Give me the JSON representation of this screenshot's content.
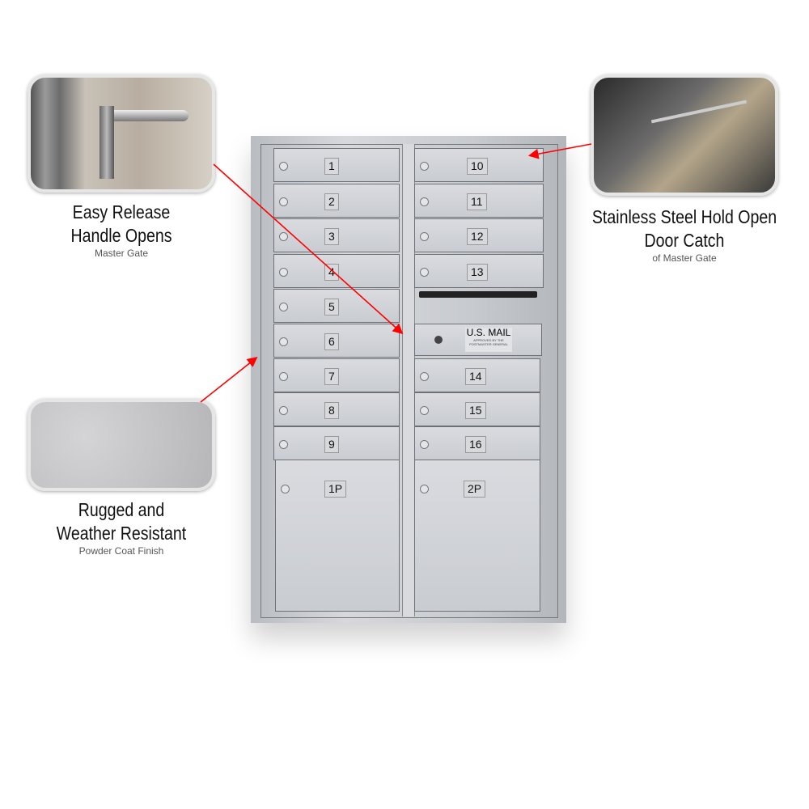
{
  "callouts": [
    {
      "title_line1": "Easy Release",
      "title_line2": "Handle Opens",
      "subtitle": "Master Gate",
      "photo": "release-handle-photo"
    },
    {
      "title_line1": "Rugged and",
      "title_line2": "Weather Resistant",
      "subtitle": "Powder Coat Finish",
      "photo": "powder-coat-texture-photo"
    },
    {
      "title_line1": "Stainless Steel Hold Open",
      "title_line2": "Door Catch",
      "subtitle": "of Master Gate",
      "photo": "door-catch-photo"
    }
  ],
  "mailbox": {
    "left_doors": [
      "1",
      "2",
      "3",
      "4",
      "5",
      "6",
      "7",
      "8",
      "9"
    ],
    "right_doors_top": [
      "10",
      "11",
      "12",
      "13"
    ],
    "right_doors_bottom": [
      "14",
      "15",
      "16"
    ],
    "parcel_doors": [
      "1P",
      "2P"
    ],
    "mail_panel": {
      "label": "U.S. MAIL",
      "fine_print": "APPROVED BY THE POSTMASTER GENERAL"
    }
  },
  "colors": {
    "arrow": "#ff0000",
    "cabinet": "#c9ccd1"
  }
}
